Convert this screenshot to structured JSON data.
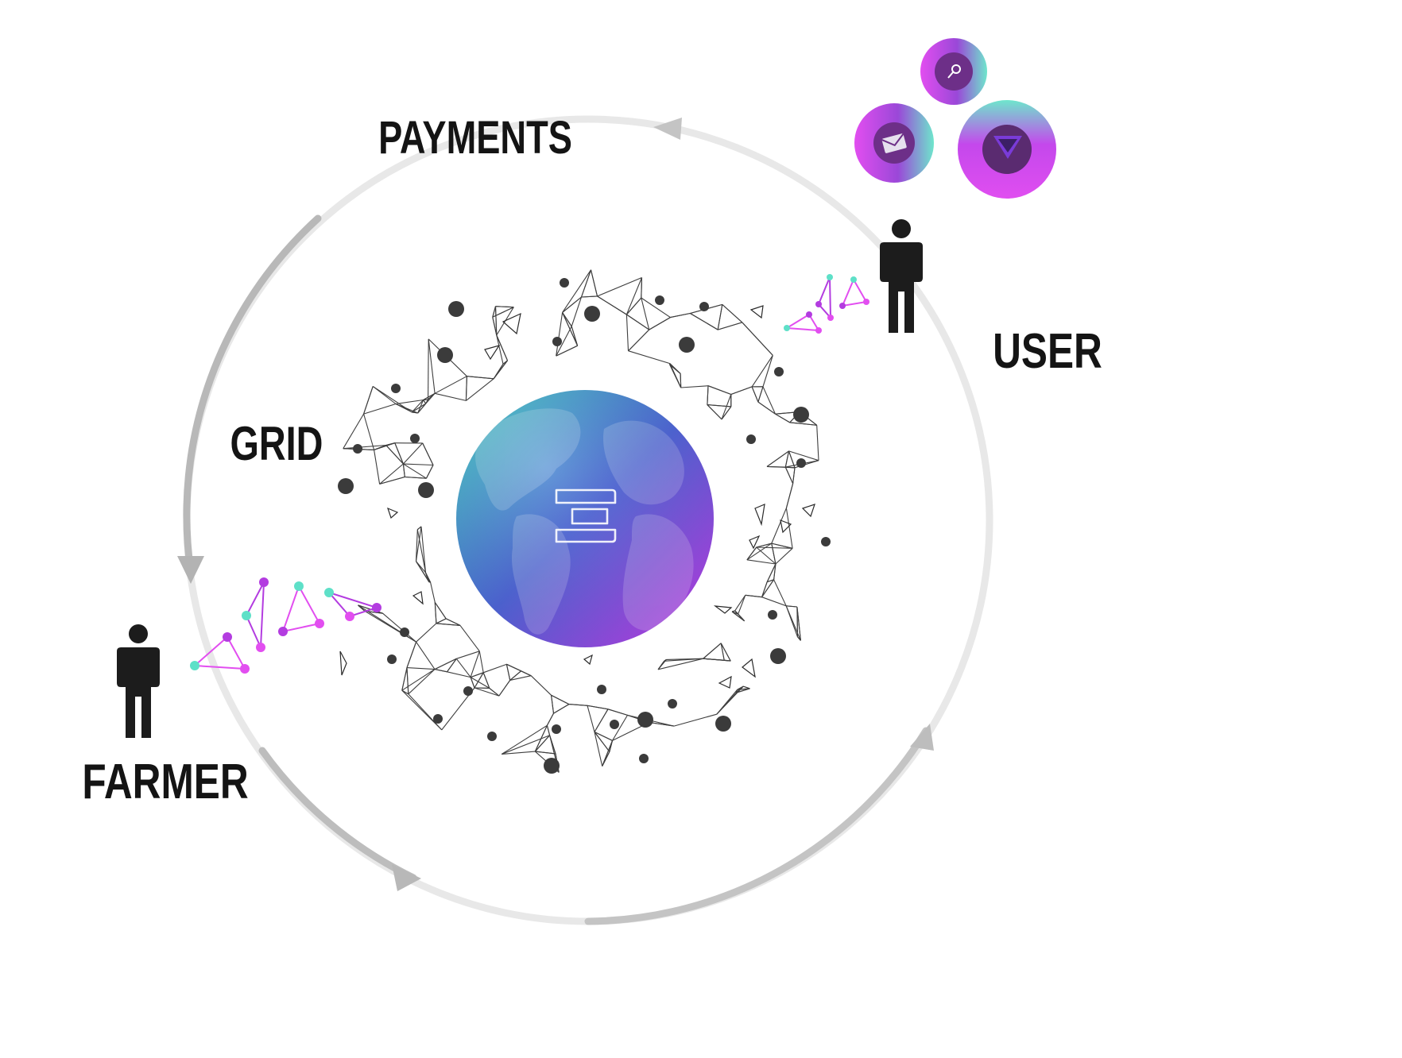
{
  "diagram": {
    "labels": {
      "payments": "PAYMENTS",
      "user": "USER",
      "grid": "GRID",
      "farmer": "FARMER"
    },
    "colors": {
      "background": "#ffffff",
      "text": "#141414",
      "ring_light": "#e6e6e6",
      "ring_mid": "#c4c4c4",
      "ring_dark": "#b5b5b5",
      "node": "#3b3b3b",
      "mesh_line": "#2a2a2a",
      "person": "#1c1c1c",
      "teal": "#5ee0c8",
      "purple": "#b33ce0",
      "magenta": "#e24ef0",
      "globe_start": "#3fbcb6",
      "globe_mid": "#4c63d8",
      "globe_end": "#c23ae6"
    },
    "icons": {
      "app_icons": [
        "mail-icon",
        "search-icon",
        "vpn-shield-icon"
      ],
      "center_logo": "threefold-logo-icon",
      "user": "person-icon",
      "farmer": "person-icon"
    }
  }
}
